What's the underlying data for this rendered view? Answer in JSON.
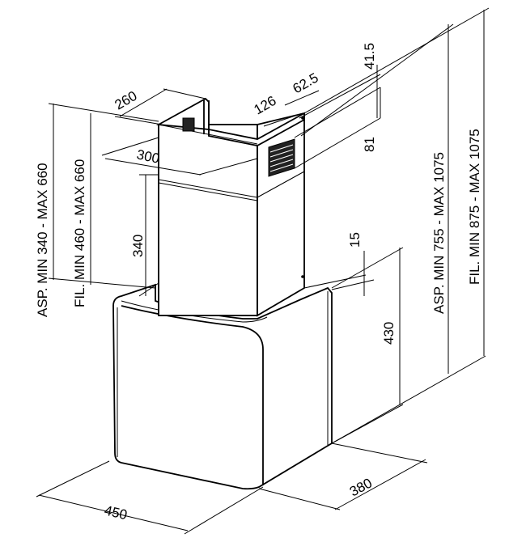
{
  "dimensions": {
    "width_450": "450",
    "depth_380": "380",
    "height_430": "430",
    "gap_15": "15",
    "chimney_340": "340",
    "chimney_width_300": "300",
    "chimney_depth_260": "260",
    "vent_126": "126",
    "vent_62_5": "62.5",
    "vent_41_5": "41.5",
    "vent_81": "81",
    "asp_upper": "ASP. MIN 340 - MAX 660",
    "fil_upper": "FIL. MIN 460 - MAX 660",
    "asp_total": "ASP. MIN 755 - MAX 1075",
    "fil_total": "FIL. MIN 875 - MAX 1075"
  }
}
